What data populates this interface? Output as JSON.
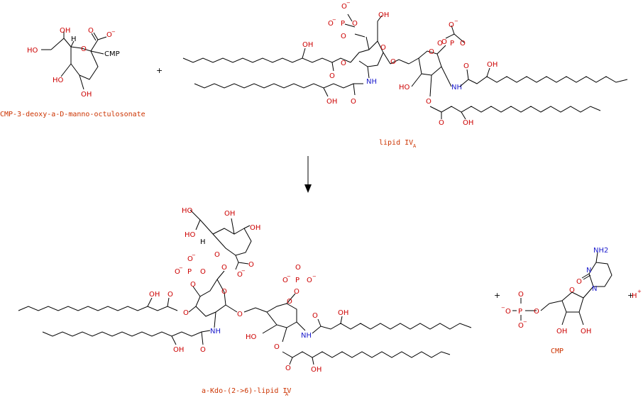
{
  "reaction": {
    "reactants": [
      {
        "name": "CMP-3-deoxy-a-D-manno-octulosonate"
      },
      {
        "name": "lipid IV",
        "subscript": "A"
      }
    ],
    "products": [
      {
        "name": "a-Kdo-(2->6)-lipid IV",
        "subscript": "A"
      },
      {
        "name": "CMP"
      },
      {
        "name": "H",
        "superscript": "+"
      }
    ],
    "plus_sign": "+"
  },
  "atom_labels": {
    "OH": "OH",
    "HO": "HO",
    "O": "O",
    "P": "P",
    "NH": "NH",
    "H": "H",
    "N": "N",
    "NH2": "NH2",
    "CMP": "CMP",
    "minus": "−"
  }
}
